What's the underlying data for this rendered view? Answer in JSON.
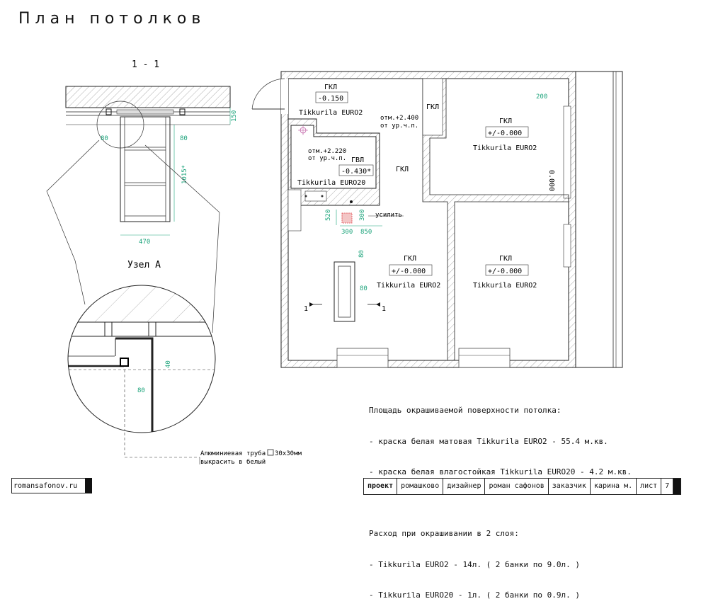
{
  "page_title": "План потолков",
  "section": {
    "title": "1 - 1",
    "dims": {
      "left": "80",
      "right": "80",
      "height": "150",
      "vertical": "1015*",
      "width": "470"
    }
  },
  "node": {
    "title": "Узел А",
    "dims": {
      "d40": "40",
      "d80": "80"
    },
    "note_line1": "Алюминиевая труба",
    "note_size": "30х30мм",
    "note_line2": "выкрасить в белый"
  },
  "plan": {
    "corridor": {
      "material": "ГКЛ",
      "level": "-0.150",
      "paint": "Tikkurila EURO2"
    },
    "mark_corridor": {
      "line1": "отм.+2.400",
      "line2": "от ур.ч.п."
    },
    "small_gkl": "ГКЛ",
    "hall_gkl": "ГКЛ",
    "bath": {
      "mark_line1": "отм.+2.220",
      "mark_line2": "от ур.ч.п.",
      "material": "ГВЛ",
      "level": "-0.430*",
      "paint": "Tikkurila EURO20"
    },
    "room_top_right": {
      "material": "ГКЛ",
      "level": "+/-0.000",
      "paint": "Tikkurila EURO2"
    },
    "room_center": {
      "material": "ГКЛ",
      "level": "+/-0.000",
      "paint": "Tikkurila EURO2"
    },
    "room_bottom_right": {
      "material": "ГКЛ",
      "level": "+/-0.000",
      "paint": "Tikkurila EURO2"
    },
    "balcony_dim": "200",
    "balcony_level": "0.000",
    "lamp": {
      "d520": "520",
      "d300a": "300",
      "d300b": "300",
      "d850": "850",
      "label": "усилить"
    },
    "light": {
      "d80a": "80",
      "d80b": "80"
    },
    "cut_left": "1",
    "cut_right": "1"
  },
  "notes": {
    "area_title": "Площадь окрашиваемой поверхности потолка:",
    "area_line1": "- краска белая матовая Tikkurila EURO2 - 55.4 м.кв.",
    "area_line2": "- краска белая влагостойкая Tikkurila EURO20 - 4.2 м.кв.",
    "usage_title": "Расход при окрашивании в 2 слоя:",
    "usage_line1": "- Tikkurila EURO2 - 14л. ( 2 банки по 9.0л. )",
    "usage_line2": "- Tikkurila EURO20 - 1л. ( 2 банки по 0.9л. )"
  },
  "footer": {
    "site": "romansafonov.ru",
    "project_label": "проект",
    "project_value": "ромашково",
    "designer_label": "дизайнер",
    "designer_value": "роман сафонов",
    "client_label": "заказчик",
    "client_value": "карина м.",
    "sheet_label": "лист",
    "sheet_value": "7"
  },
  "colors": {
    "dimension": "#1aa37a",
    "hatch": "#777777",
    "line": "#111111",
    "mark_red": "#e0484f"
  }
}
